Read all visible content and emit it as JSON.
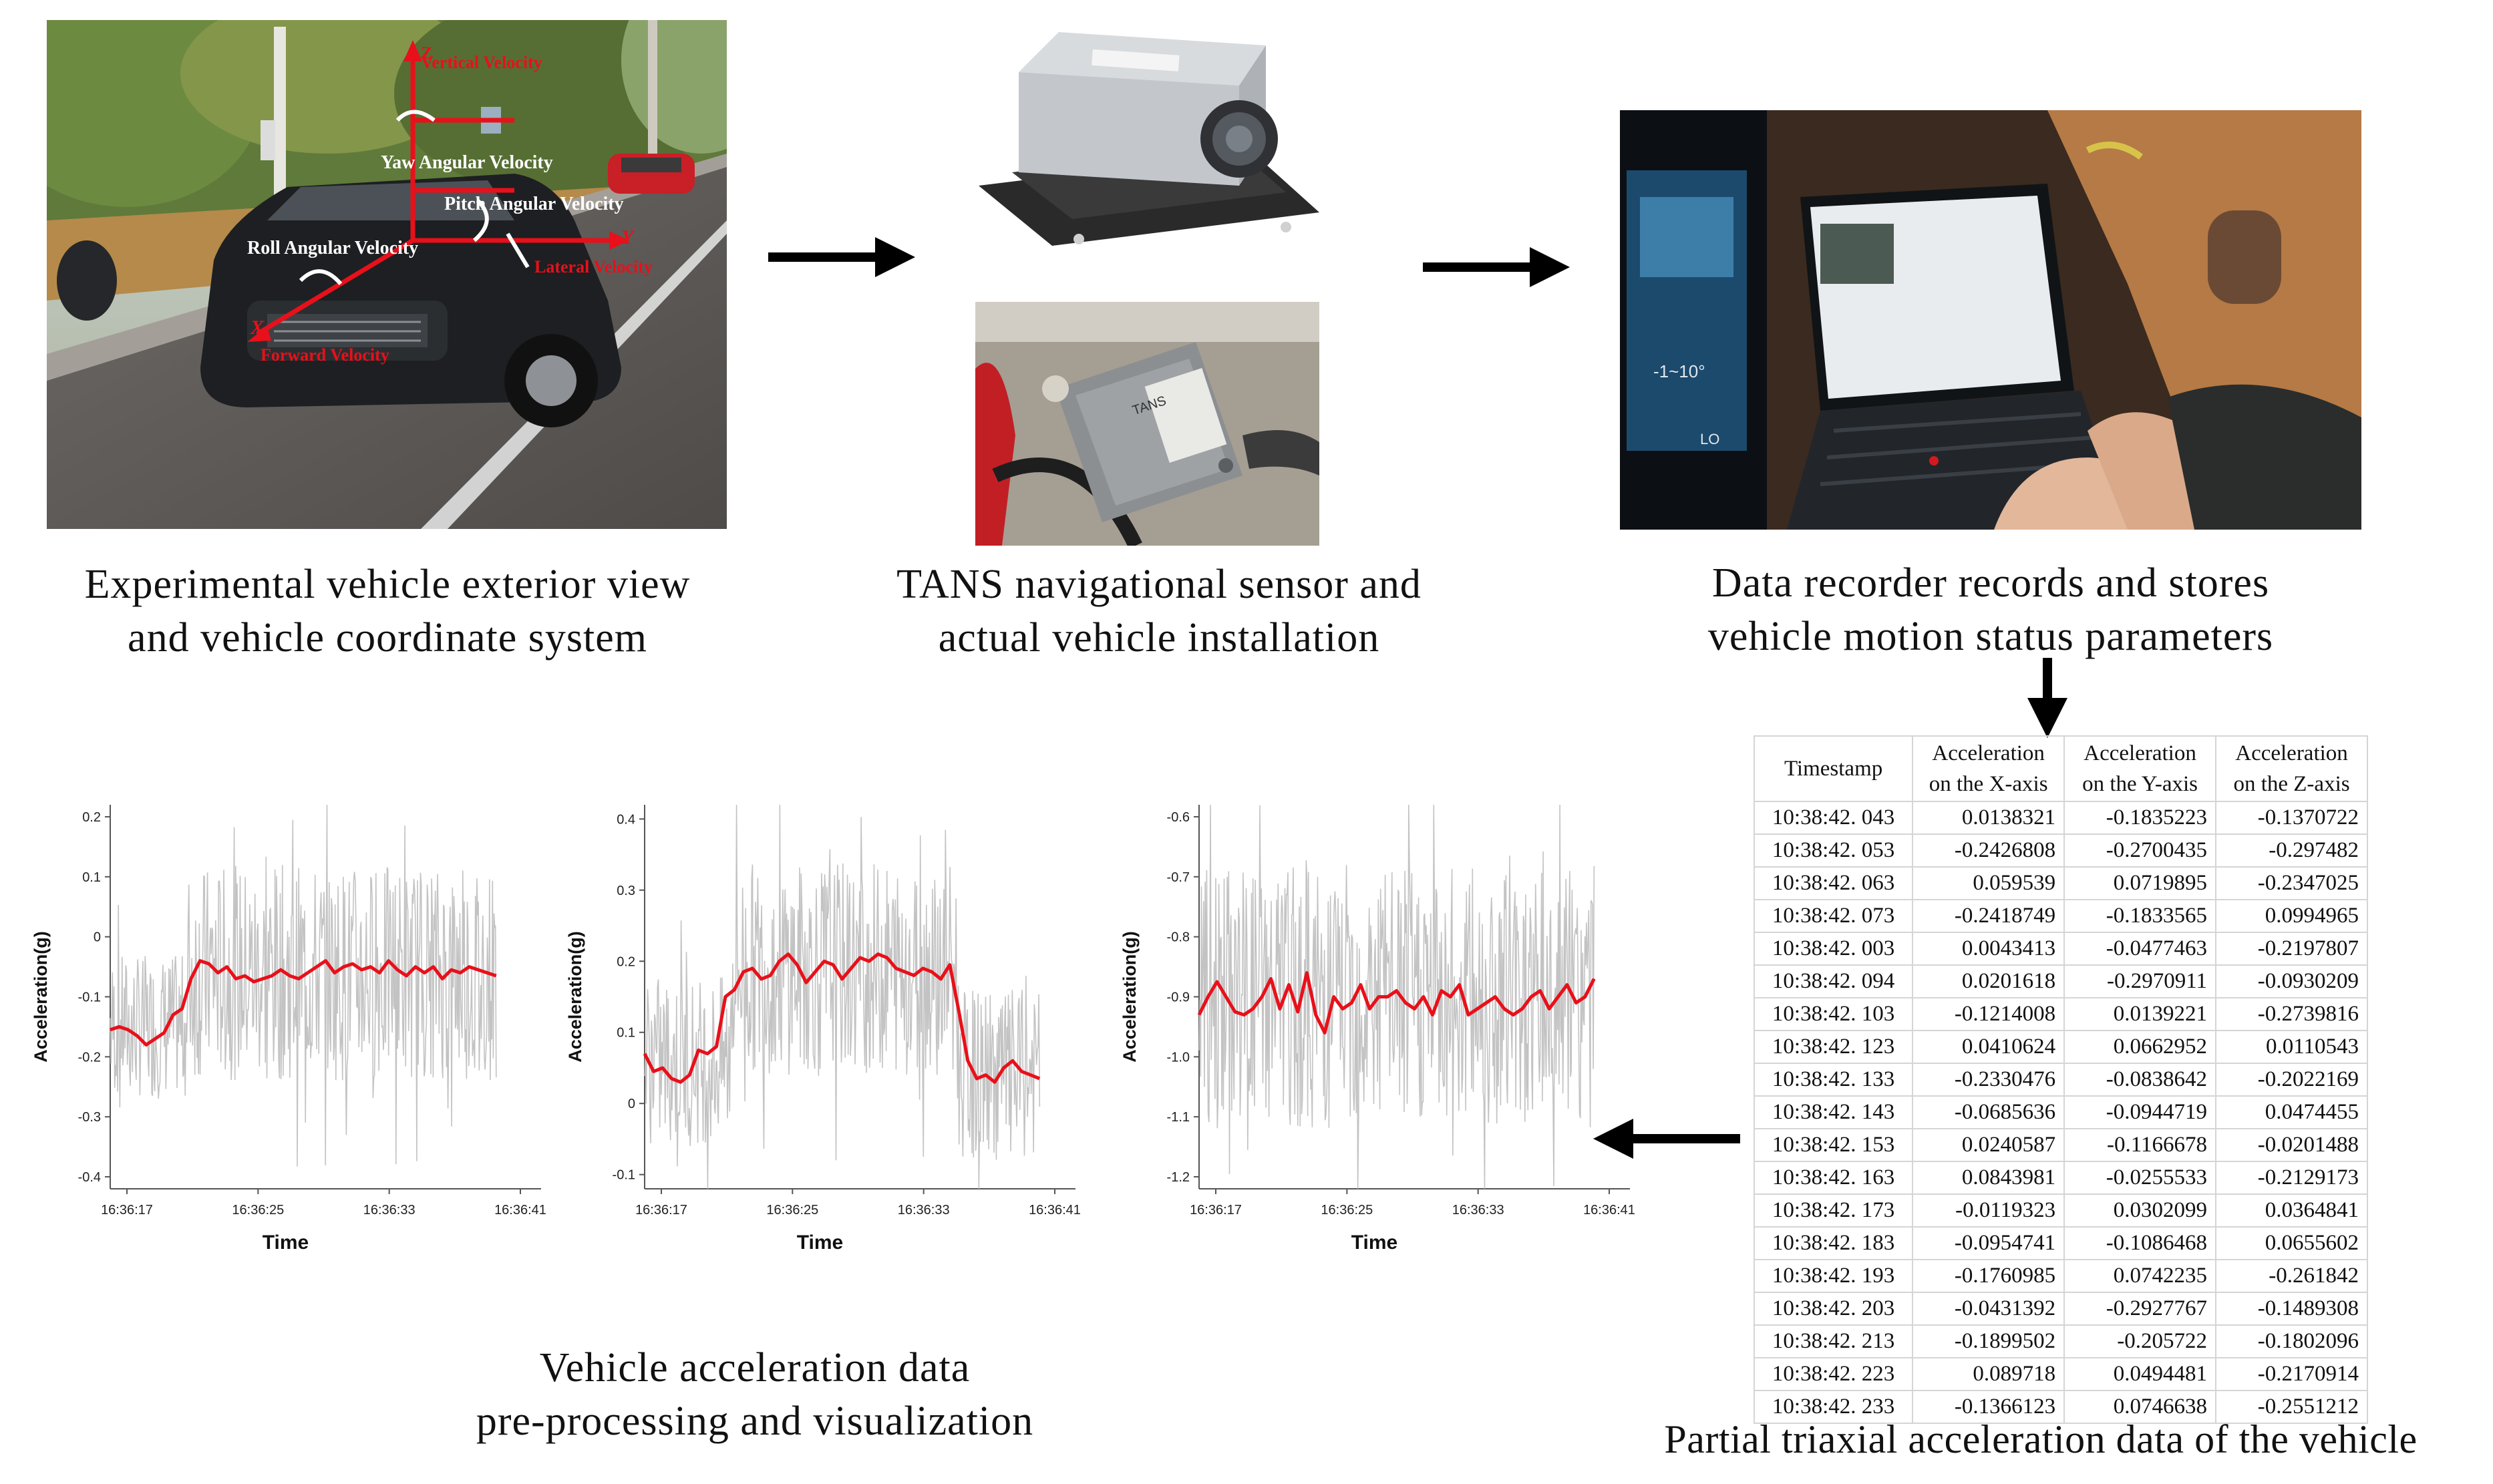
{
  "captions": {
    "vehicle": [
      "Experimental vehicle exterior view",
      "and vehicle coordinate system"
    ],
    "sensor": [
      "TANS navigational sensor and",
      "actual vehicle installation"
    ],
    "recorder": [
      "Data recorder records and stores",
      "vehicle motion status parameters"
    ],
    "charts": [
      "Vehicle acceleration data",
      "pre-processing and visualization"
    ],
    "table": "Partial triaxial acceleration data of the vehicle"
  },
  "vehicle_labels": {
    "vertical": "Vertical Velocity",
    "yaw": "Yaw Angular Velocity",
    "pitch": "Pitch Angular Velocity",
    "roll": "Roll Angular Velocity",
    "lateral": "Lateral Velocity",
    "forward": "Forward Velocity",
    "axis_z": "Z",
    "axis_y": "Y",
    "axis_x": "X"
  },
  "sensor_label": {
    "device_text": "TANS"
  },
  "recorder_screen": {
    "readout": "-1~10°",
    "lo": "LO"
  },
  "colors": {
    "accent_red": "#e8101a",
    "raw_gray": "#bdbdbd",
    "arrow": "#000000"
  },
  "table": {
    "headers": [
      "Timestamp",
      "Acceleration on the X-axis",
      "Acceleration on the Y-axis",
      "Acceleration on the Z-axis"
    ],
    "rows": [
      [
        "10:38:42. 043",
        "0.0138321",
        "-0.1835223",
        "-0.1370722"
      ],
      [
        "10:38:42. 053",
        "-0.2426808",
        "-0.2700435",
        "-0.297482"
      ],
      [
        "10:38:42. 063",
        "0.059539",
        "0.0719895",
        "-0.2347025"
      ],
      [
        "10:38:42. 073",
        "-0.2418749",
        "-0.1833565",
        "0.0994965"
      ],
      [
        "10:38:42. 003",
        "0.0043413",
        "-0.0477463",
        "-0.2197807"
      ],
      [
        "10:38:42. 094",
        "0.0201618",
        "-0.2970911",
        "-0.0930209"
      ],
      [
        "10:38:42. 103",
        "-0.1214008",
        "0.0139221",
        "-0.2739816"
      ],
      [
        "10:38:42. 123",
        "0.0410624",
        "0.0662952",
        "0.0110543"
      ],
      [
        "10:38:42. 133",
        "-0.2330476",
        "-0.0838642",
        "-0.2022169"
      ],
      [
        "10:38:42. 143",
        "-0.0685636",
        "-0.0944719",
        "0.0474455"
      ],
      [
        "10:38:42. 153",
        "0.0240587",
        "-0.1166678",
        "-0.0201488"
      ],
      [
        "10:38:42. 163",
        "0.0843981",
        "-0.0255533",
        "-0.2129173"
      ],
      [
        "10:38:42. 173",
        "-0.0119323",
        "0.0302099",
        "0.0364841"
      ],
      [
        "10:38:42. 183",
        "-0.0954741",
        "-0.1086468",
        "0.0655602"
      ],
      [
        "10:38:42. 193",
        "-0.1760985",
        "0.0742235",
        "-0.261842"
      ],
      [
        "10:38:42. 203",
        "-0.0431392",
        "-0.2927767",
        "-0.1489308"
      ],
      [
        "10:38:42. 213",
        "-0.1899502",
        "-0.205722",
        "-0.1802096"
      ],
      [
        "10:38:42. 223",
        "0.089718",
        "0.0494481",
        "-0.2170914"
      ],
      [
        "10:38:42. 233",
        "-0.1366123",
        "0.0746638",
        "-0.2551212"
      ]
    ]
  },
  "chart_data": [
    {
      "type": "line",
      "xlabel": "Time",
      "ylabel": "Acceleration(g)",
      "x_ticks": [
        "16:36:17",
        "16:36:25",
        "16:36:33",
        "16:36:41"
      ],
      "y_ticks": [
        "0.2",
        "0.1",
        "0",
        "-0.1",
        "-0.2",
        "-0.3",
        "-0.4"
      ],
      "ylim": [
        -0.42,
        0.22
      ],
      "xlim": [
        0,
        24
      ],
      "grid": false,
      "series": [
        {
          "role": "filtered",
          "color": "#e8101a",
          "x": [
            0,
            0.5,
            1,
            1.5,
            2,
            2.5,
            3,
            3.5,
            4,
            4.5,
            5,
            5.5,
            6,
            6.5,
            7,
            7.5,
            8,
            8.5,
            9,
            9.5,
            10,
            10.5,
            11,
            11.5,
            12,
            12.5,
            13,
            13.5,
            14,
            14.5,
            15,
            15.5,
            16,
            16.5,
            17,
            17.5,
            18,
            18.5,
            19,
            19.5,
            20,
            20.5,
            21,
            21.5
          ],
          "y": [
            -0.155,
            -0.15,
            -0.155,
            -0.165,
            -0.18,
            -0.17,
            -0.16,
            -0.13,
            -0.12,
            -0.07,
            -0.04,
            -0.045,
            -0.06,
            -0.05,
            -0.07,
            -0.065,
            -0.075,
            -0.07,
            -0.065,
            -0.055,
            -0.065,
            -0.07,
            -0.06,
            -0.05,
            -0.04,
            -0.06,
            -0.05,
            -0.045,
            -0.055,
            -0.05,
            -0.06,
            -0.04,
            -0.055,
            -0.065,
            -0.05,
            -0.06,
            -0.05,
            -0.07,
            -0.055,
            -0.06,
            -0.05,
            -0.055,
            -0.06,
            -0.065
          ]
        },
        {
          "role": "raw",
          "color": "#bdbdbd",
          "x_range": [
            0,
            21.5
          ],
          "segments": [
            {
              "x_from": 0,
              "x_to": 4.3,
              "mean": -0.15,
              "spread": 0.12
            },
            {
              "x_from": 4.3,
              "x_to": 21.5,
              "mean": -0.06,
              "spread": 0.18
            }
          ]
        }
      ]
    },
    {
      "type": "line",
      "xlabel": "Time",
      "ylabel": "Acceleration(g)",
      "x_ticks": [
        "16:36:17",
        "16:36:25",
        "16:36:33",
        "16:36:41"
      ],
      "y_ticks": [
        "0.4",
        "0.3",
        "0.2",
        "0.1",
        "0",
        "-0.1"
      ],
      "ylim": [
        -0.12,
        0.42
      ],
      "xlim": [
        0,
        24
      ],
      "grid": false,
      "series": [
        {
          "role": "filtered",
          "color": "#e8101a",
          "x": [
            0,
            0.5,
            1,
            1.5,
            2,
            2.5,
            3,
            3.5,
            4,
            4.5,
            5,
            5.5,
            6,
            6.5,
            7,
            7.5,
            8,
            8.5,
            9,
            9.5,
            10,
            10.5,
            11,
            11.5,
            12,
            12.5,
            13,
            13.5,
            14,
            14.5,
            15,
            15.5,
            16,
            16.5,
            17,
            17.5,
            18,
            18.5,
            19,
            19.5,
            20,
            20.5,
            21,
            21.5,
            22
          ],
          "y": [
            0.07,
            0.045,
            0.05,
            0.035,
            0.03,
            0.04,
            0.075,
            0.07,
            0.08,
            0.15,
            0.16,
            0.185,
            0.19,
            0.175,
            0.18,
            0.2,
            0.21,
            0.195,
            0.17,
            0.185,
            0.2,
            0.195,
            0.175,
            0.19,
            0.205,
            0.2,
            0.21,
            0.205,
            0.19,
            0.185,
            0.18,
            0.19,
            0.185,
            0.175,
            0.195,
            0.13,
            0.06,
            0.035,
            0.04,
            0.03,
            0.05,
            0.06,
            0.045,
            0.04,
            0.035
          ]
        },
        {
          "role": "raw",
          "color": "#bdbdbd",
          "x_range": [
            0,
            22
          ],
          "segments": [
            {
              "x_from": 0,
              "x_to": 4.8,
              "mean": 0.06,
              "spread": 0.12
            },
            {
              "x_from": 4.8,
              "x_to": 17.4,
              "mean": 0.19,
              "spread": 0.15
            },
            {
              "x_from": 17.4,
              "x_to": 22,
              "mean": 0.04,
              "spread": 0.12
            }
          ]
        }
      ]
    },
    {
      "type": "line",
      "xlabel": "Time",
      "ylabel": "Acceleration(g)",
      "x_ticks": [
        "16:36:17",
        "16:36:25",
        "16:36:33",
        "16:36:41"
      ],
      "y_ticks": [
        "-0.6",
        "-0.7",
        "-0.8",
        "-0.9",
        "-1.0",
        "-1.1",
        "-1.2"
      ],
      "ylim": [
        -1.22,
        -0.58
      ],
      "xlim": [
        0,
        24
      ],
      "grid": false,
      "series": [
        {
          "role": "filtered",
          "color": "#e8101a",
          "x": [
            0,
            0.5,
            1,
            1.5,
            2,
            2.5,
            3,
            3.5,
            4,
            4.5,
            5,
            5.5,
            6,
            6.5,
            7,
            7.5,
            8,
            8.5,
            9,
            9.5,
            10,
            10.5,
            11,
            11.5,
            12,
            12.5,
            13,
            13.5,
            14,
            14.5,
            15,
            15.5,
            16,
            16.5,
            17,
            17.5,
            18,
            18.5,
            19,
            19.5,
            20,
            20.5,
            21,
            21.5,
            22
          ],
          "y": [
            -0.93,
            -0.9,
            -0.875,
            -0.9,
            -0.925,
            -0.93,
            -0.92,
            -0.9,
            -0.87,
            -0.92,
            -0.88,
            -0.925,
            -0.86,
            -0.93,
            -0.96,
            -0.9,
            -0.92,
            -0.91,
            -0.88,
            -0.92,
            -0.9,
            -0.9,
            -0.89,
            -0.91,
            -0.92,
            -0.9,
            -0.93,
            -0.89,
            -0.9,
            -0.88,
            -0.93,
            -0.92,
            -0.91,
            -0.9,
            -0.92,
            -0.93,
            -0.92,
            -0.9,
            -0.89,
            -0.92,
            -0.9,
            -0.88,
            -0.91,
            -0.9,
            -0.87
          ]
        },
        {
          "role": "raw",
          "color": "#bdbdbd",
          "x_range": [
            0,
            22
          ],
          "segments": [
            {
              "x_from": 0,
              "x_to": 22,
              "mean": -0.9,
              "spread": 0.22
            }
          ]
        }
      ]
    }
  ]
}
